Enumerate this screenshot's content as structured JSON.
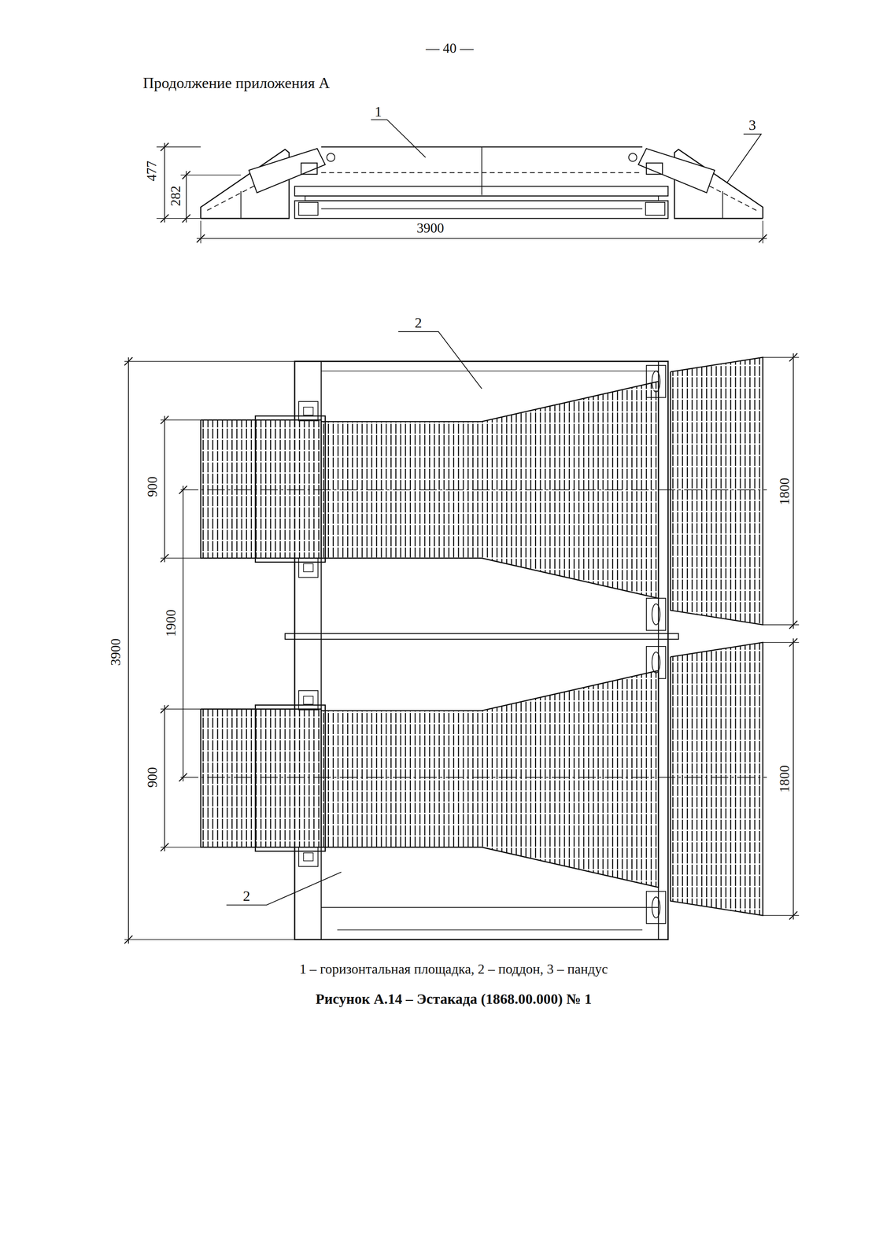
{
  "diagram": {
    "caption": "Рисунок А.14 – Эстакада (1868.00.000) № 1",
    "labels": [
      "— 40 —",
      "Продолжение приложения А",
      "1",
      "3",
      "477",
      "282",
      "3900",
      "2",
      "3900",
      "900",
      "1900",
      "900",
      "1800",
      "1800",
      "2",
      "1 – горизонтальная площадка, 2 – поддон, 3 – пандус"
    ]
  }
}
